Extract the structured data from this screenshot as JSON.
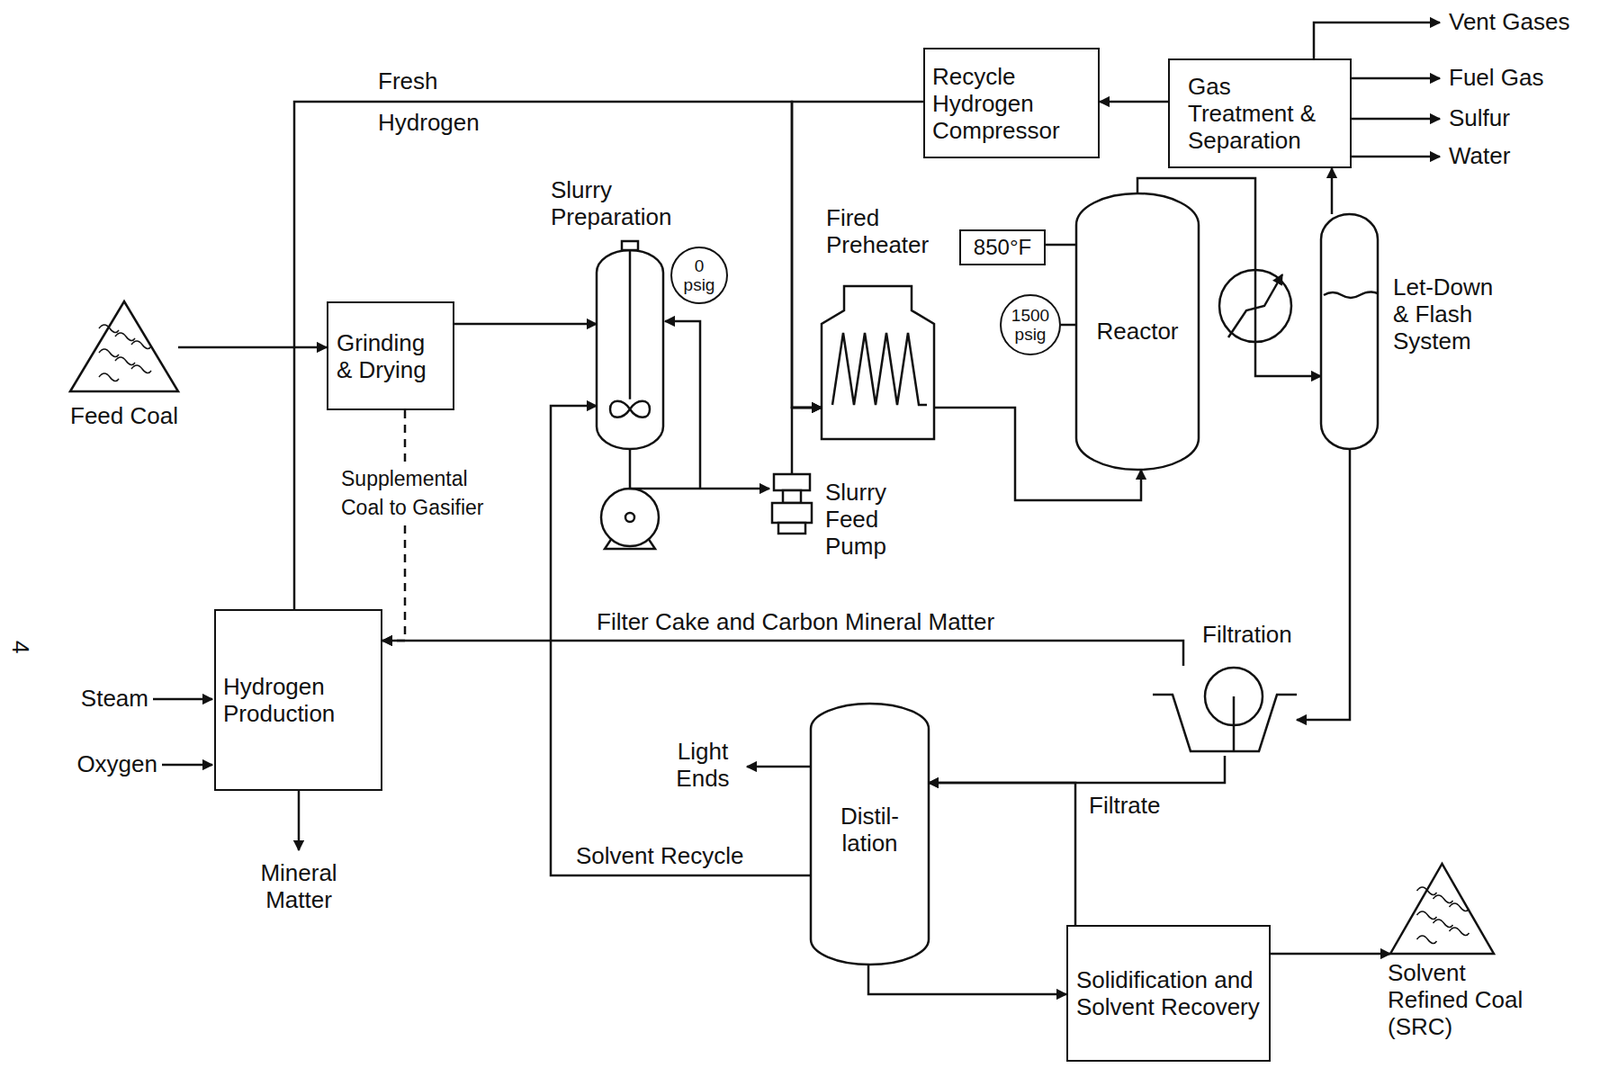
{
  "diagram": {
    "nodes": [
      {
        "text": [
          "Recycle Hydrogen Compressor"
        ]
      },
      {
        "text": [
          "Gas Treatment & Separation"
        ]
      },
      {
        "text": [
          "Slurry Preparation"
        ]
      },
      {
        "text": [
          "0 psig"
        ]
      },
      {
        "text": [
          "Fired Preheater"
        ]
      },
      {
        "text": [
          "850°F"
        ]
      },
      {
        "text": [
          "Feed Coal"
        ]
      },
      {
        "text": [
          "Grinding & Drying"
        ]
      },
      {
        "text": [
          "1500 psig"
        ]
      },
      {
        "text": [
          "Reactor"
        ]
      },
      {
        "text": [
          "Let-Down & Flash System"
        ]
      },
      {
        "text": [
          "Slurry Feed Pump"
        ]
      },
      {
        "text": [
          "Hydrogen Production"
        ]
      },
      {
        "text": [
          "Filtration"
        ]
      },
      {
        "text": [
          "Distil- lation"
        ]
      },
      {
        "text": [
          "Solidification and Solvent Recovery"
        ]
      },
      {
        "text": [
          "Solvent Refined Coal (SRC)"
        ]
      }
    ],
    "edges": [
      {
        "from": 6,
        "to": 7,
        "arrow": "to"
      },
      {
        "from": 7,
        "to": 2,
        "arrow": "to"
      },
      {
        "from": 2,
        "to": 11,
        "arrow": "to"
      },
      {
        "from": 11,
        "to": 4,
        "arrow": "to"
      },
      {
        "from": 0,
        "to": 4,
        "arrow": "to"
      },
      {
        "from": 12,
        "to": 4,
        "label": "Fresh Hydrogen",
        "arrow": "to"
      },
      {
        "from": 4,
        "to": 9,
        "arrow": "to"
      },
      {
        "from": 5,
        "to": 9,
        "arrow": "none"
      },
      {
        "from": 8,
        "to": 9,
        "arrow": "none"
      },
      {
        "from": 9,
        "to": 10,
        "arrow": "to"
      },
      {
        "from": 10,
        "to": 1,
        "arrow": "to"
      },
      {
        "from": 1,
        "to": 0,
        "arrow": "to"
      },
      {
        "from": 10,
        "to": 13,
        "arrow": "to"
      },
      {
        "from": 13,
        "to": 12,
        "label": "Filter Cake and Carbon Mineral Matter",
        "arrow": "to"
      },
      {
        "from": 7,
        "to": 12,
        "label": "Supplemental Coal to Gasifier",
        "arrow": "to"
      },
      {
        "from": 13,
        "to": 14,
        "label": "Filtrate",
        "arrow": "to"
      },
      {
        "from": 15,
        "to": 14,
        "arrow": "to"
      },
      {
        "from": 14,
        "to": 15,
        "arrow": "to"
      },
      {
        "from": 14,
        "to": 2,
        "label": "Solvent Recycle",
        "arrow": "to"
      },
      {
        "from": 15,
        "to": 16,
        "arrow": "to"
      }
    ],
    "labels": [
      "Vent Gases",
      "Fuel Gas",
      "Sulfur",
      "Water",
      "Light Ends",
      "Steam",
      "Oxygen",
      "Mineral Matter",
      "4"
    ]
  }
}
